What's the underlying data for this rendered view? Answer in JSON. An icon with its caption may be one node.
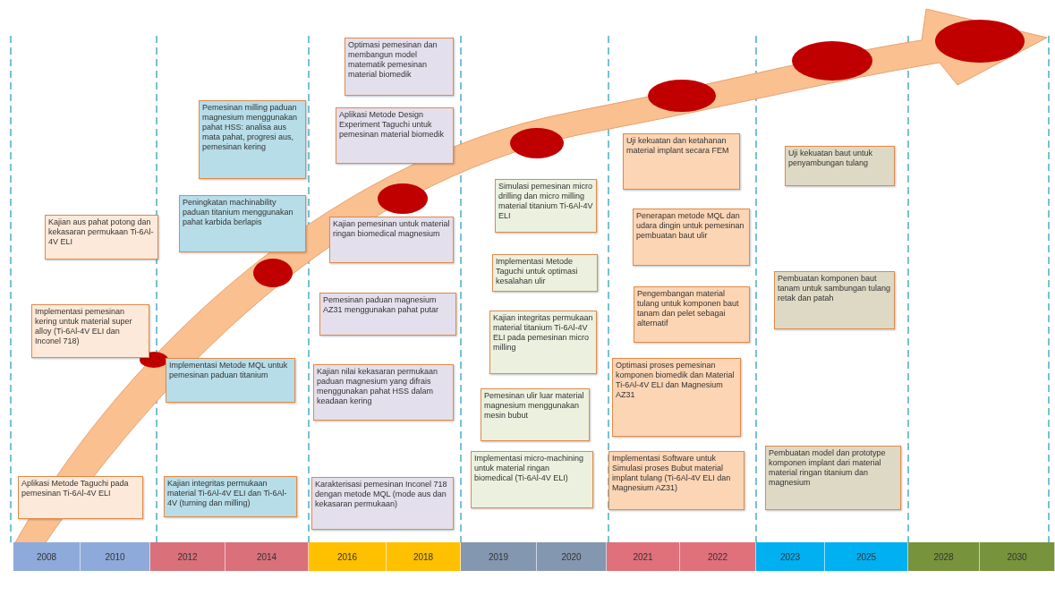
{
  "diagram": {
    "nodes": [
      {
        "text": [
          "Kajian aus pahat potong dan kekasaran permukaan Ti-6Al-4V ELI"
        ]
      },
      {
        "text": [
          "Implementasi pemesinan kering untuk material super alloy (Ti-6Al-4V ELI dan Inconel 718)"
        ]
      },
      {
        "text": [
          "Aplikasi Metode Taguchi pada pemesinan Ti-6Al-4V ELI"
        ]
      },
      {
        "text": [
          "Pemesinan milling paduan magnesium menggunakan pahat HSS: analisa aus mata pahat, progresi aus, pemesinan kering"
        ]
      },
      {
        "text": [
          "Peningkatan machinability paduan titanium menggunakan pahat karbida berlapis"
        ]
      },
      {
        "text": [
          "Implementasi Metode MQL untuk pemesinan paduan titanium"
        ]
      },
      {
        "text": [
          "Kajian integritas permukaan material Ti-6Al-4V ELI dan Ti-6Al-4V (turning dan milling)"
        ]
      },
      {
        "text": [
          "Optimasi pemesinan dan membangun model matematik pemesinan material biomedik"
        ]
      },
      {
        "text": [
          "Aplikasi Metode Design Experiment Taguchi untuk pemesinan material biomedik"
        ]
      },
      {
        "text": [
          "Kajian pemesinan untuk material ringan biomedical magnesium"
        ]
      },
      {
        "text": [
          "Pemesinan paduan magnesium AZ31 menggunakan pahat putar"
        ]
      },
      {
        "text": [
          "Kajian nilai kekasaran permukaan paduan magnesium yang difrais menggunakan pahat HSS dalam keadaan kering"
        ]
      },
      {
        "text": [
          "Karakterisasi pemesinan Inconel 718 dengan metode MQL (mode aus dan kekasaran permukaan)"
        ]
      },
      {
        "text": [
          "Simulasi pemesinan micro drilling dan micro milling material titanium Ti-6Al-4V ELI"
        ]
      },
      {
        "text": [
          "Implementasi Metode Taguchi untuk optimasi kesalahan ulir"
        ]
      },
      {
        "text": [
          "Kajian integritas permukaan material titanium Ti-6Al-4V ELI pada pemesinan micro milling"
        ]
      },
      {
        "text": [
          "Pemesinan ulir luar material magnesium menggunakan mesin bubut"
        ]
      },
      {
        "text": [
          "Implementasi micro-machining untuk material ringan biomedical (Ti-6Al-4V ELI)"
        ]
      },
      {
        "text": [
          "Uji kekuatan dan ketahanan material implant secara FEM"
        ]
      },
      {
        "text": [
          "Penerapan metode MQL dan udara dingin untuk pemesinan pembuatan baut ulir"
        ]
      },
      {
        "text": [
          "Pengembangan material tulang untuk komponen baut tanam dan pelet sebagai alternatif"
        ]
      },
      {
        "text": [
          "Optimasi proses pemesinan komponen biomedik dan Material Ti-6Al-4V ELI dan Magnesium AZ31"
        ]
      },
      {
        "text": [
          "Implementasi Software untuk Simulasi proses Bubut material implant tulang (Ti-6Al-4V ELI dan Magnesium AZ31)"
        ]
      },
      {
        "text": [
          "Uji kekuatan baut untuk penyambungan tulang"
        ]
      },
      {
        "text": [
          "Pembuatan komponen baut tanam untuk sambungan tulang retak dan patah"
        ]
      },
      {
        "text": [
          "Pembuatan model dan prototype komponen implant dari material material ringan titanium dan magnesium"
        ]
      }
    ],
    "labels": [
      "2008",
      "2010",
      "2012",
      "2014",
      "2016",
      "2018",
      "2019",
      "2020",
      "2021",
      "2022",
      "2023",
      "2025",
      "2028",
      "2030"
    ]
  }
}
